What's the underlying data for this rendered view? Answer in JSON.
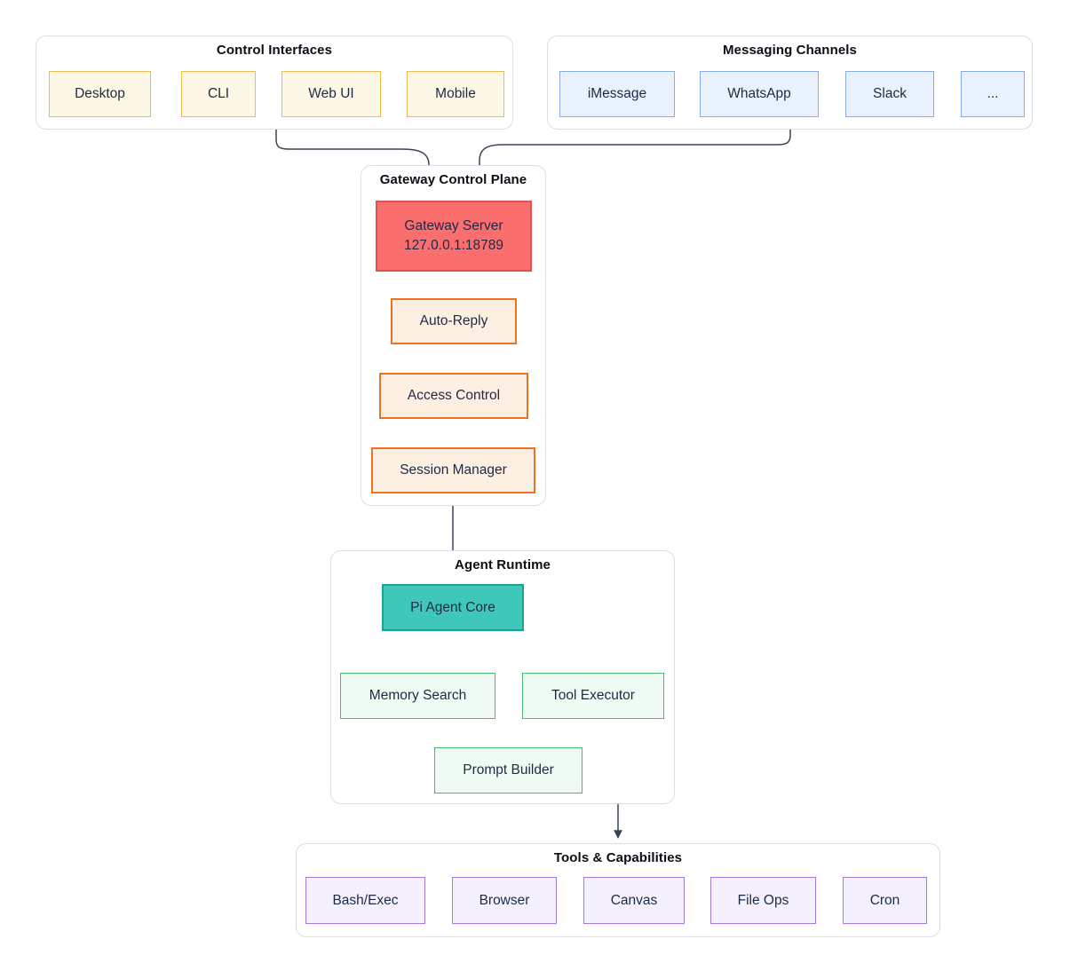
{
  "diagram": {
    "type": "flowchart",
    "groups": [
      {
        "id": "control-interfaces",
        "title": "Control Interfaces",
        "nodes": [
          {
            "label": "Desktop"
          },
          {
            "label": "CLI"
          },
          {
            "label": "Web UI"
          },
          {
            "label": "Mobile"
          }
        ]
      },
      {
        "id": "messaging-channels",
        "title": "Messaging Channels",
        "nodes": [
          {
            "label": "iMessage"
          },
          {
            "label": "WhatsApp"
          },
          {
            "label": "Slack"
          },
          {
            "label": "..."
          }
        ]
      },
      {
        "id": "gateway-control-plane",
        "title": "Gateway Control Plane",
        "nodes": [
          {
            "label": "Gateway Server",
            "sublabel": "127.0.0.1:18789"
          },
          {
            "label": "Auto-Reply"
          },
          {
            "label": "Access Control"
          },
          {
            "label": "Session Manager"
          }
        ]
      },
      {
        "id": "agent-runtime",
        "title": "Agent Runtime",
        "nodes": [
          {
            "label": "Pi Agent Core"
          },
          {
            "label": "Memory Search"
          },
          {
            "label": "Tool Executor"
          },
          {
            "label": "Prompt Builder"
          }
        ]
      },
      {
        "id": "tools-capabilities",
        "title": "Tools & Capabilities",
        "nodes": [
          {
            "label": "Bash/Exec"
          },
          {
            "label": "Browser"
          },
          {
            "label": "Canvas"
          },
          {
            "label": "File Ops"
          },
          {
            "label": "Cron"
          }
        ]
      }
    ],
    "edges": [
      {
        "from": "Control Interfaces",
        "to": "Gateway Server"
      },
      {
        "from": "Messaging Channels",
        "to": "Gateway Server"
      },
      {
        "from": "Gateway Server",
        "to": "Auto-Reply"
      },
      {
        "from": "Auto-Reply",
        "to": "Access Control"
      },
      {
        "from": "Access Control",
        "to": "Session Manager"
      },
      {
        "from": "Session Manager",
        "to": "Pi Agent Core"
      },
      {
        "from": "Pi Agent Core",
        "to": "Memory Search"
      },
      {
        "from": "Pi Agent Core",
        "to": "Prompt Builder"
      },
      {
        "from": "Pi Agent Core",
        "to": "Tool Executor"
      },
      {
        "from": "Memory Search",
        "to": "Prompt Builder"
      },
      {
        "from": "Tool Executor",
        "to": "Prompt Builder"
      },
      {
        "from": "Tool Executor",
        "to": "Tools & Capabilities"
      }
    ],
    "colors": {
      "background": "#FFFFFF",
      "group_border": "#D9DEE8",
      "yellow_fill": "#FDF8E6",
      "yellow_border": "#F2B94E",
      "blue_fill": "#E9F1FD",
      "blue_border": "#84ACEE",
      "red_fill": "#FB6E6E",
      "red_border": "#E05252",
      "orange_fill": "#FDEFE2",
      "orange_border": "#EE7221",
      "teal_fill": "#3FC8BA",
      "teal_border": "#1CA294",
      "green_fill": "#EFFAF2",
      "green_border": "#43BF6F",
      "purple_fill": "#F5F0FD",
      "purple_border": "#A478DE",
      "edge": "#3A4357",
      "text": "#1D2A47"
    }
  }
}
